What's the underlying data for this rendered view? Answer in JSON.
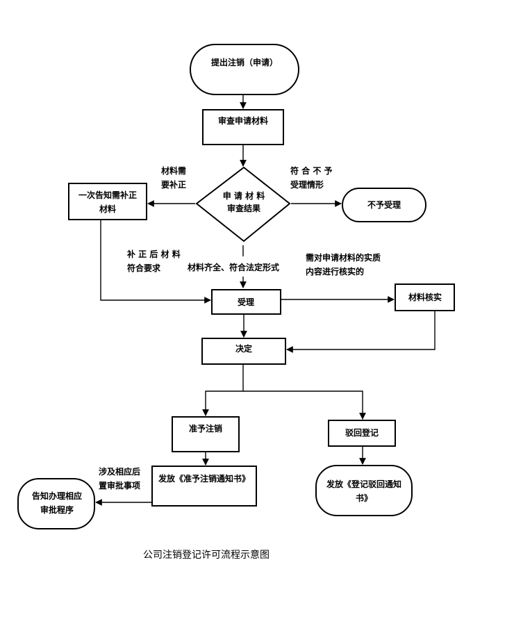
{
  "nodes": {
    "start": "提出注销（申请）",
    "review": "审查申请材料",
    "decision": [
      "申 请 材 料",
      "审查结果"
    ],
    "notify_supplement": [
      "一次告知需补正",
      "材料"
    ],
    "reject_accept": "不予受理",
    "accept": "受理",
    "verify": "材料核实",
    "decide": "决定",
    "approve": "准予注销",
    "deny": "驳回登记",
    "issue_approve": "发放《准予注销通知书》",
    "issue_deny": [
      "发放《登记驳回通知",
      "书》"
    ],
    "notify_followup": [
      "告知办理相应",
      "审批程序"
    ]
  },
  "edges": {
    "need_supplement": [
      "材料需",
      "要补正"
    ],
    "not_meet": [
      "符 合 不 予",
      "受理情形"
    ],
    "supplement_ok": [
      "补 正 后 材 料",
      "符合要求"
    ],
    "complete": "材料齐全、符合法定形式",
    "need_verify": [
      "需对申请材料的实质",
      "内容进行核实的"
    ],
    "followup": [
      "涉及相应后",
      "置审批事项"
    ]
  },
  "caption": "公司注销登记许可流程示意图"
}
